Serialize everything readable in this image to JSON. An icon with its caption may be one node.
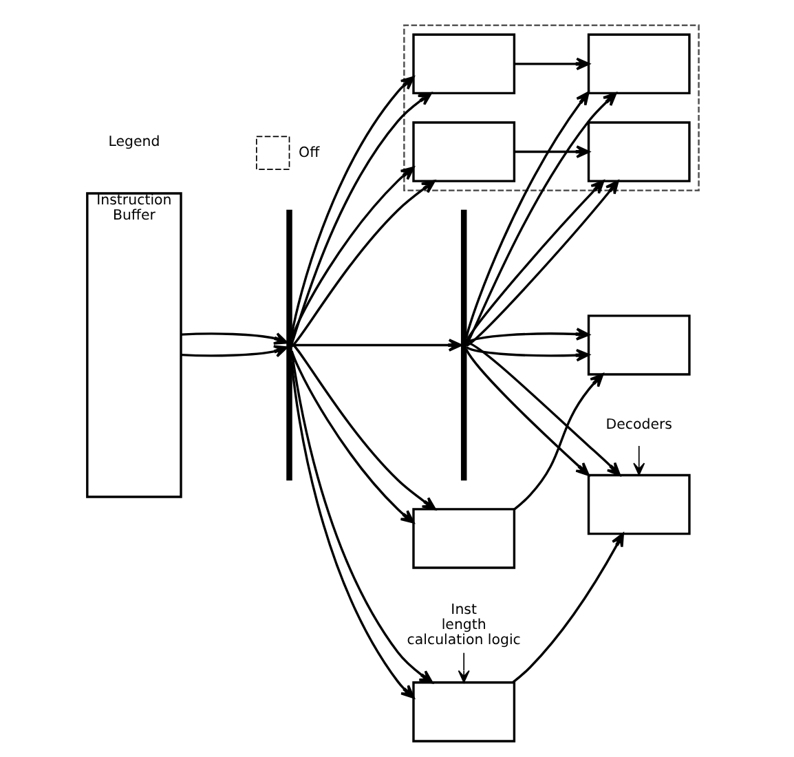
{
  "diagram": {
    "nodes": [
      {
        "text": [
          "Instruction Buffer"
        ]
      },
      {
        "text": [],
        "shape": "bar"
      },
      {
        "text": [],
        "shape": "bar"
      },
      {
        "text": [
          "Inst length calculation logic"
        ]
      },
      {
        "text": [
          "Decoders"
        ]
      },
      {
        "text": [],
        "shape": "box"
      },
      {
        "text": [],
        "shape": "box"
      },
      {
        "text": [],
        "shape": "box"
      },
      {
        "text": [],
        "shape": "box",
        "in": 5
      },
      {
        "text": [],
        "shape": "box",
        "in": 5
      },
      {
        "text": [],
        "shape": "box"
      },
      {
        "text": [],
        "shape": "box"
      },
      {
        "text": [],
        "shape": "box",
        "in": 5
      },
      {
        "text": [],
        "shape": "box",
        "in": 5
      }
    ],
    "edges": [
      {
        "from": 0,
        "to": 1,
        "arrow": "to"
      },
      {
        "from": 0,
        "to": 1,
        "arrow": "to"
      },
      {
        "from": 1,
        "to": 2,
        "arrow": "to"
      },
      {
        "from": 1,
        "to": 6,
        "arrow": "to"
      },
      {
        "from": 1,
        "to": 6,
        "arrow": "to"
      },
      {
        "from": 1,
        "to": 7,
        "arrow": "to"
      },
      {
        "from": 1,
        "to": 7,
        "arrow": "to"
      },
      {
        "from": 1,
        "to": 8,
        "arrow": "to"
      },
      {
        "from": 1,
        "to": 8,
        "arrow": "to"
      },
      {
        "from": 1,
        "to": 9,
        "arrow": "to"
      },
      {
        "from": 1,
        "to": 9,
        "arrow": "to"
      },
      {
        "from": 6,
        "to": 10,
        "arrow": "to"
      },
      {
        "from": 7,
        "to": 11,
        "arrow": "to"
      },
      {
        "from": 8,
        "to": 12,
        "arrow": "to"
      },
      {
        "from": 9,
        "to": 13,
        "arrow": "to"
      },
      {
        "from": 2,
        "to": 10,
        "arrow": "to"
      },
      {
        "from": 2,
        "to": 10,
        "arrow": "to"
      },
      {
        "from": 2,
        "to": 11,
        "arrow": "to"
      },
      {
        "from": 2,
        "to": 11,
        "arrow": "to"
      },
      {
        "from": 2,
        "to": 12,
        "arrow": "to"
      },
      {
        "from": 2,
        "to": 12,
        "arrow": "to"
      },
      {
        "from": 2,
        "to": 13,
        "arrow": "to"
      },
      {
        "from": 2,
        "to": 13,
        "arrow": "to"
      },
      {
        "from": 3,
        "to": 6,
        "arrow": "to"
      },
      {
        "from": 4,
        "to": 10,
        "arrow": "to"
      }
    ],
    "labels": [
      "Legend"
    ],
    "legend": [
      {
        "text": "Off"
      }
    ]
  }
}
